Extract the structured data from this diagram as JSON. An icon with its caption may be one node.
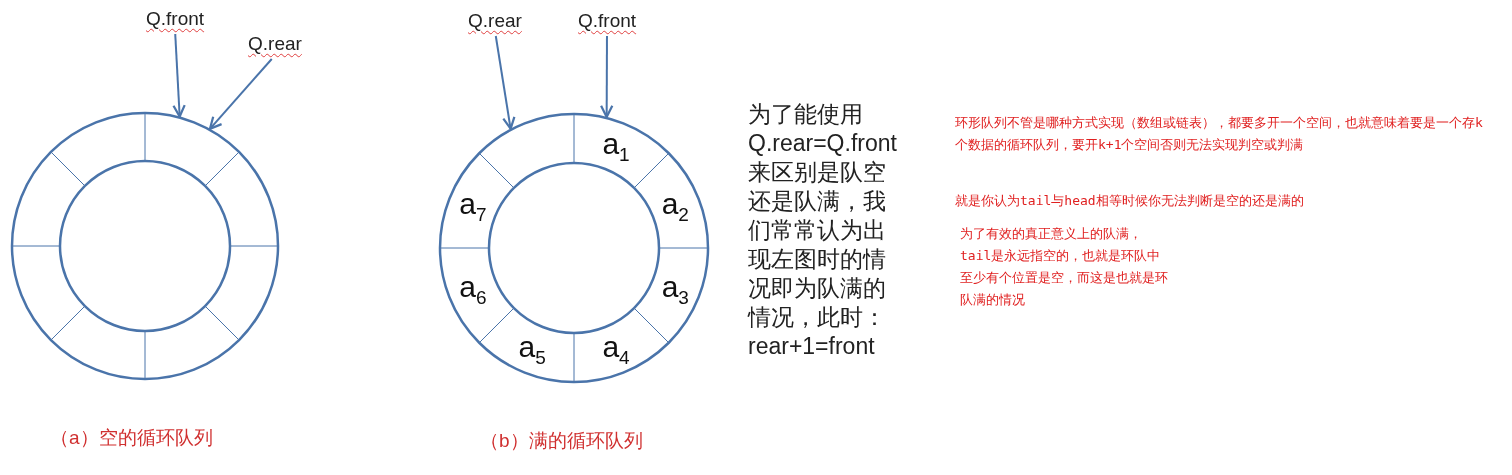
{
  "diagram": {
    "nodes": [
      {
        "text": [
          "Q.front"
        ]
      },
      {
        "text": [
          "Q.rear"
        ]
      },
      {
        "text": [],
        "shape": "circle",
        "beside": [
          "（a）空的循环队列"
        ]
      },
      {
        "text": [
          "Q.rear"
        ]
      },
      {
        "text": [
          "Q.front"
        ]
      },
      {
        "text": [],
        "shape": "circle",
        "beside": [
          "（b）满的循环队列"
        ]
      },
      {
        "text": [
          "a$_{1}$"
        ],
        "in": 5
      },
      {
        "text": [
          "a$_{2}$"
        ],
        "in": 5
      },
      {
        "text": [
          "a$_{3}$"
        ],
        "in": 5
      },
      {
        "text": [
          "a$_{4}$"
        ],
        "in": 5
      },
      {
        "text": [
          "a$_{5}$"
        ],
        "in": 5
      },
      {
        "text": [
          "a$_{6}$"
        ],
        "in": 5
      },
      {
        "text": [
          "a$_{7}$"
        ],
        "in": 5
      }
    ],
    "edges": [
      {
        "from": 0,
        "to": 2,
        "arrow": "to"
      },
      {
        "from": 1,
        "to": 2,
        "arrow": "to"
      },
      {
        "from": 3,
        "to": 5,
        "arrow": "to"
      },
      {
        "from": 4,
        "to": 5,
        "arrow": "to"
      }
    ],
    "labels": [
      "为了能使用Q.rear=Q.front来区别是队空还是队满，我们常常认为出现左图时的情况即为队满的情况，此时：rear+1=front",
      "环形队列不管是哪种方式实现（数组或链表），都要多开一个空间，也就意味着要是一个存k个数据的循环队列，要开k+1个空间否则无法实现判空或判满",
      "就是你认为tail与head相等时候你无法判断是空的还是满的",
      "为了有效的真正意义上的队满，tail是永远指空的，也就是环队中至少有个位置是空，而这是也就是环队满的情况"
    ]
  }
}
